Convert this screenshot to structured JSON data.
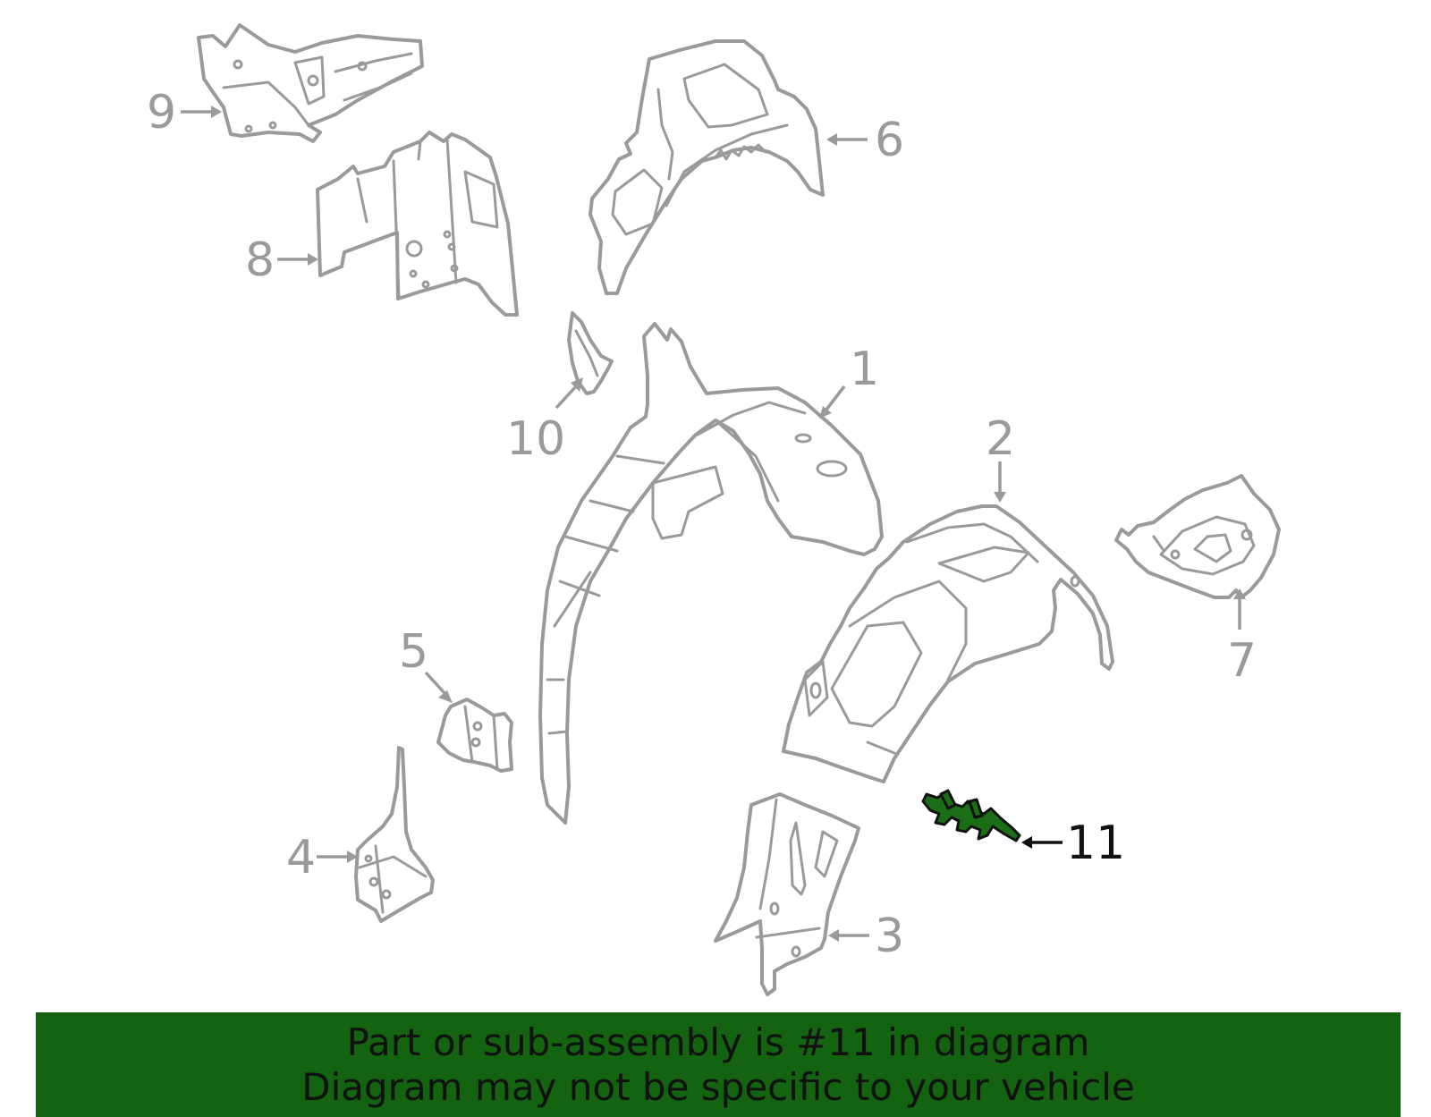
{
  "callouts": [
    {
      "id": "1",
      "label": "1"
    },
    {
      "id": "2",
      "label": "2"
    },
    {
      "id": "3",
      "label": "3"
    },
    {
      "id": "4",
      "label": "4"
    },
    {
      "id": "5",
      "label": "5"
    },
    {
      "id": "6",
      "label": "6"
    },
    {
      "id": "7",
      "label": "7"
    },
    {
      "id": "8",
      "label": "8"
    },
    {
      "id": "9",
      "label": "9"
    },
    {
      "id": "10",
      "label": "10"
    },
    {
      "id": "11",
      "label": "11",
      "highlighted": true
    }
  ],
  "banner": {
    "line1": "Part or sub-assembly is #11 in diagram",
    "line2": "Diagram may not be specific to your vehicle"
  },
  "colors": {
    "banner_bg": "#136311",
    "highlight_fill": "#1c6e16",
    "outline_gray": "#9a9a9a",
    "text_dark": "#111111"
  }
}
